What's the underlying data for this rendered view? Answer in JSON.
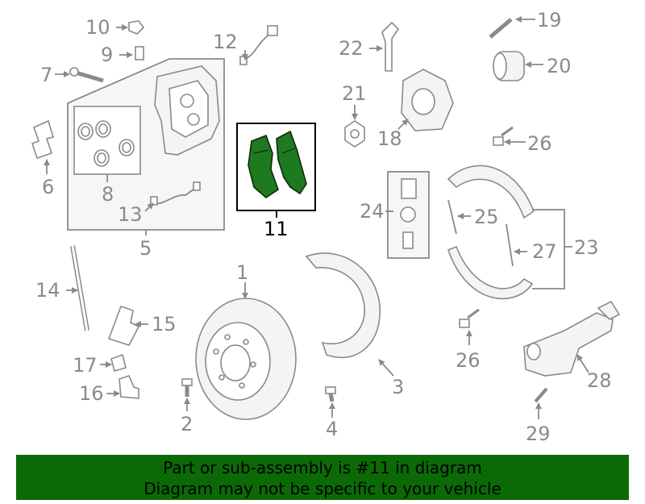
{
  "diagram": {
    "callouts": {
      "c1": "1",
      "c2": "2",
      "c3": "3",
      "c4": "4",
      "c5": "5",
      "c6": "6",
      "c7": "7",
      "c8": "8",
      "c9": "9",
      "c10": "10",
      "c11": "11",
      "c12": "12",
      "c13": "13",
      "c14": "14",
      "c15": "15",
      "c16": "16",
      "c17": "17",
      "c18": "18",
      "c19": "19",
      "c20": "20",
      "c21": "21",
      "c22": "22",
      "c23": "23",
      "c24": "24",
      "c25": "25",
      "c26a": "26",
      "c26b": "26",
      "c27": "27",
      "c28": "28",
      "c29": "29"
    },
    "highlighted_part": "11",
    "highlight_color": "#1e7a1e"
  },
  "banner": {
    "line1": "Part or sub-assembly is #11 in diagram",
    "line2": "Diagram may not be specific to your vehicle",
    "background": "#0b6a06"
  }
}
